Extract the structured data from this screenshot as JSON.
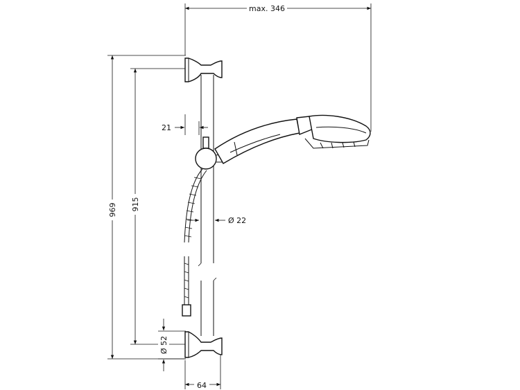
{
  "dimensions": {
    "max_reach": "max. 346",
    "total_height": "969",
    "bar_height": "915",
    "offset": "21",
    "bar_diameter": "Ø 22",
    "bracket_diameter": "Ø 52",
    "wall_distance": "64"
  },
  "colors": {
    "line": "#111111",
    "background": "#ffffff"
  }
}
